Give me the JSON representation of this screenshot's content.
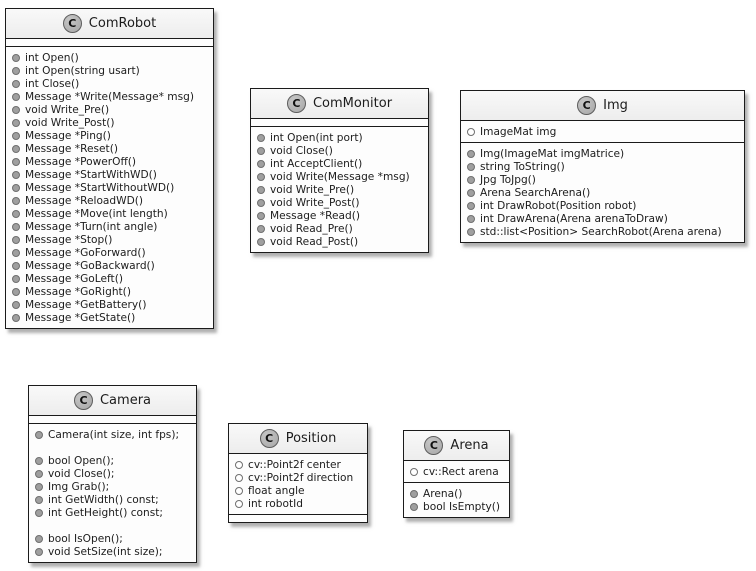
{
  "palette": {
    "border": "#1b1b1b",
    "body_bg": "#fdfdfd",
    "title_bg_top": "#f9f9f9",
    "title_bg_bottom": "#ededed",
    "text": "#1c1c1c",
    "circle_fill": "#b4b4b4",
    "circle_border": "#5d5d5d",
    "bullet_fill": "#9f9f9f",
    "bullet_border": "#6f6f6f"
  },
  "classes": {
    "comrobot": {
      "badge": "C",
      "name": "ComRobot",
      "fields": [],
      "methods": [
        "int Open()",
        "int Open(string usart)",
        "int Close()",
        "Message *Write(Message* msg)",
        "void Write_Pre()",
        "void Write_Post()",
        "Message *Ping()",
        "Message *Reset()",
        "Message *PowerOff()",
        "Message *StartWithWD()",
        "Message *StartWithoutWD()",
        "Message *ReloadWD()",
        "Message *Move(int length)",
        "Message *Turn(int angle)",
        "Message *Stop()",
        "Message *GoForward()",
        "Message *GoBackward()",
        "Message *GoLeft()",
        "Message *GoRight()",
        "Message *GetBattery()",
        "Message *GetState()"
      ]
    },
    "commonitor": {
      "badge": "C",
      "name": "ComMonitor",
      "fields": [],
      "methods": [
        "int Open(int port)",
        "void Close()",
        "int AcceptClient()",
        "void Write(Message *msg)",
        "void Write_Pre()",
        "void Write_Post()",
        "Message *Read()",
        "void Read_Pre()",
        "void Read_Post()"
      ]
    },
    "img": {
      "badge": "C",
      "name": "Img",
      "fields": [
        "ImageMat img"
      ],
      "methods": [
        "Img(ImageMat imgMatrice)",
        "string ToString()",
        "Jpg ToJpg()",
        "Arena SearchArena()",
        "int DrawRobot(Position robot)",
        "int DrawArena(Arena arenaToDraw)",
        "std::list<Position> SearchRobot(Arena arena)"
      ]
    },
    "camera": {
      "badge": "C",
      "name": "Camera",
      "fields": [],
      "methods": [
        "Camera(int size, int fps);",
        "",
        "bool Open();",
        "void Close();",
        "Img Grab();",
        "int GetWidth() const;",
        "int GetHeight() const;",
        "",
        "bool IsOpen();",
        "void SetSize(int size);"
      ]
    },
    "position": {
      "badge": "C",
      "name": "Position",
      "fields": [
        "cv::Point2f center",
        "cv::Point2f direction",
        "float angle",
        "int robotId"
      ],
      "methods": []
    },
    "arena": {
      "badge": "C",
      "name": "Arena",
      "fields": [
        "cv::Rect arena"
      ],
      "methods": [
        "Arena()",
        "bool IsEmpty()"
      ]
    }
  }
}
